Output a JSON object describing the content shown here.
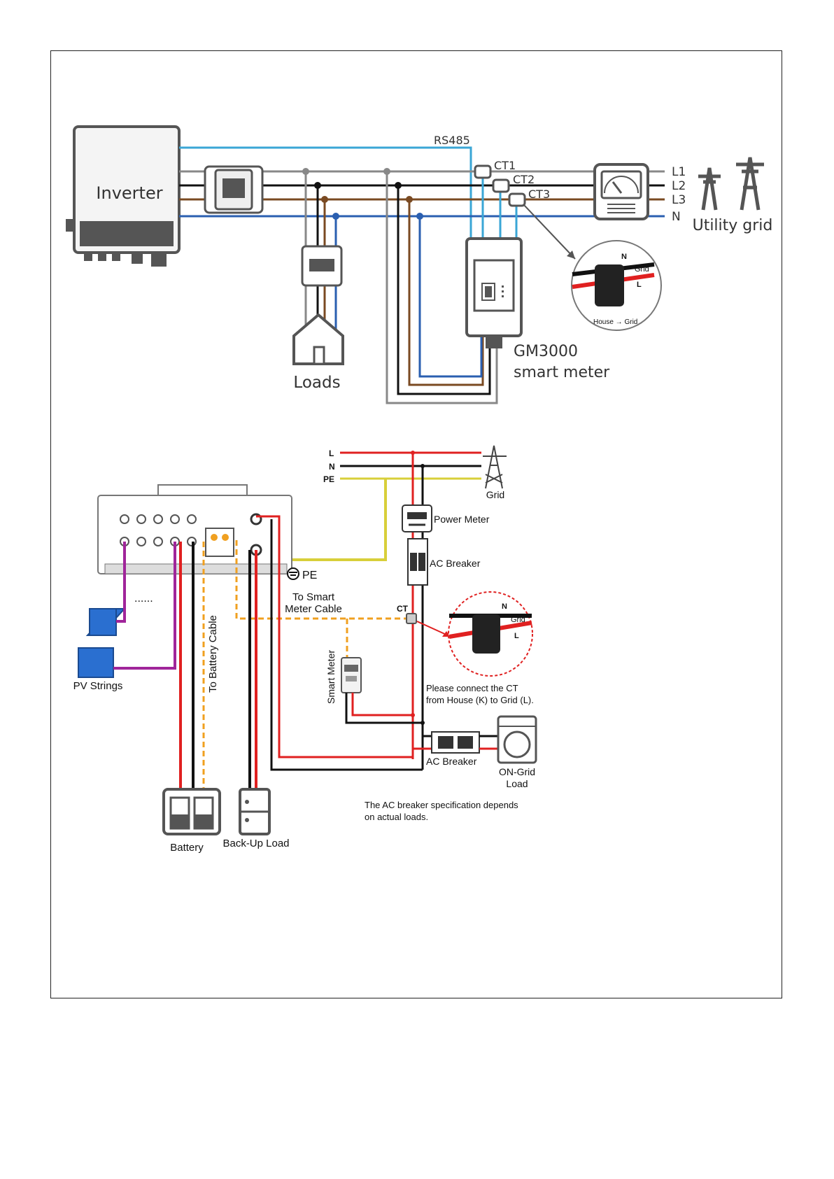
{
  "top": {
    "inverter": "Inverter",
    "rs485": "RS485",
    "ct1": "CT1",
    "ct2": "CT2",
    "ct3": "CT3",
    "l1": "L1",
    "l2": "L2",
    "l3": "L3",
    "n": "N",
    "utility_grid": "Utility grid",
    "loads": "Loads",
    "meter_line1": "GM3000",
    "meter_line2": "smart meter",
    "ct_n": "N",
    "ct_grid": "Grid",
    "ct_l": "L",
    "ct_direction": "House → Grid"
  },
  "bottom": {
    "l": "L",
    "n": "N",
    "pe": "PE",
    "grid": "Grid",
    "power_meter": "Power Meter",
    "ac_breaker_top": "AC Breaker",
    "pe_ground": "PE",
    "to_smart_meter_1": "To Smart",
    "to_smart_meter_2": "Meter Cable",
    "ct": "CT",
    "ct_n": "N",
    "ct_grid": "Grid",
    "ct_l": "L",
    "dots": "......",
    "pv_strings": "PV Strings",
    "to_battery_cable": "To Battery Cable",
    "smart_meter": "Smart Meter",
    "ct_note_1": "Please connect the CT",
    "ct_note_2": "from House (K) to Grid (L).",
    "ac_breaker_bottom": "AC Breaker",
    "on_grid_load_1": "ON-Grid",
    "on_grid_load_2": "Load",
    "spec_note_1": "The AC breaker specification depends",
    "spec_note_2": "on actual loads.",
    "battery": "Battery",
    "backup_load": "Back-Up Load"
  },
  "colors": {
    "blue_rs485": "#3aa6d6",
    "black": "#111111",
    "brown": "#7a4a22",
    "navy": "#2a5fb0",
    "gray": "#888888",
    "red": "#e02020",
    "yellow": "#d8cf3a",
    "orange": "#f0a020",
    "purple": "#a0259a"
  }
}
